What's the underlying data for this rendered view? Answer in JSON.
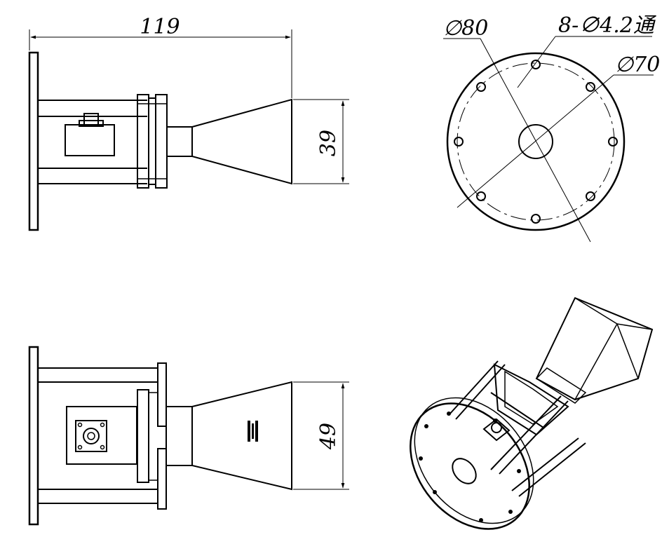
{
  "dimensions": {
    "length_119": "119",
    "height_39": "39",
    "height_49": "49",
    "diameter_80": "∅80",
    "holes": "8-∅4.2通",
    "diameter_70": "∅70"
  },
  "views": {
    "front": "side-elevation-view",
    "top": "bottom-plan-view",
    "flange": "flange-end-view",
    "iso": "isometric-view"
  },
  "colors": {
    "line": "#000000",
    "background": "#ffffff"
  }
}
